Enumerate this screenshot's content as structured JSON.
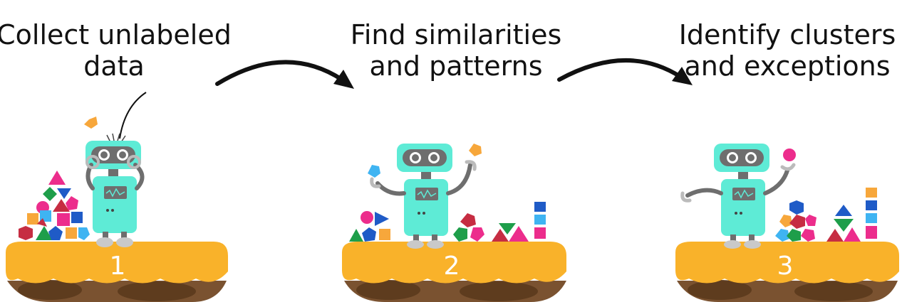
{
  "steps": [
    {
      "caption_line1": "Collect unlabeled",
      "caption_line2": "data",
      "number": "1"
    },
    {
      "caption_line1": "Find similarities",
      "caption_line2": "and patterns",
      "number": "2"
    },
    {
      "caption_line1": "Identify clusters",
      "caption_line2": "and exceptions",
      "number": "3"
    }
  ],
  "colors": {
    "robot_body": "#5EEBD6",
    "robot_gray": "#6E6E6E",
    "platform_top": "#F9B22A",
    "platform_dirt": "#7A5230",
    "magenta": "#EC2D8C",
    "red": "#C62D42",
    "green": "#1E9E4A",
    "blue": "#1F5BC7",
    "light_blue": "#3FB4F2",
    "orange": "#F7A73B"
  }
}
